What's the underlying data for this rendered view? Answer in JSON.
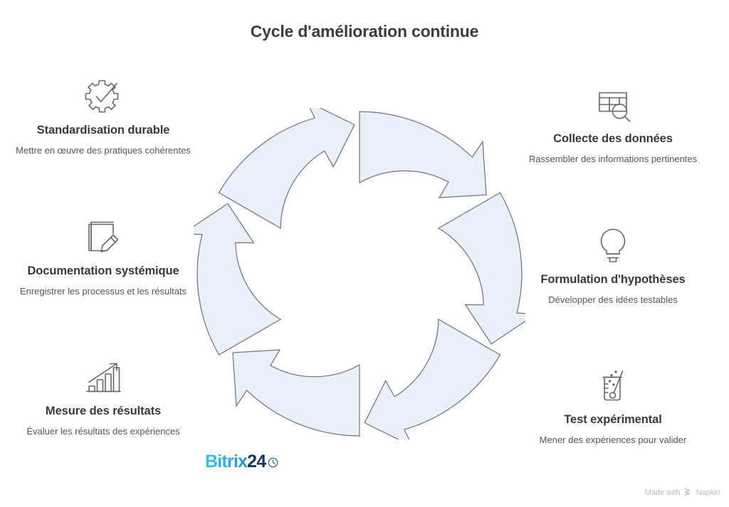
{
  "title": "Cycle d'amélioration continue",
  "left_column": [
    {
      "icon": "gear-check-icon",
      "title": "Standardisation durable",
      "desc": "Mettre en œuvre des pratiques cohérentes"
    },
    {
      "icon": "notebook-pencil-icon",
      "title": "Documentation systémique",
      "desc": "Enregistrer les processus et les résultats"
    },
    {
      "icon": "bar-chart-growth-icon",
      "title": "Mesure des résultats",
      "desc": "Évaluer les résultats des expériences"
    }
  ],
  "right_column": [
    {
      "icon": "table-search-icon",
      "title": "Collecte des données",
      "desc": "Rassembler des informations pertinentes"
    },
    {
      "icon": "lightbulb-icon",
      "title": "Formulation d'hypothèses",
      "desc": "Développer des idées testables"
    },
    {
      "icon": "beaker-icon",
      "title": "Test expérimental",
      "desc": "Mener des expériences pour valider"
    }
  ],
  "diagram": {
    "type": "cycle-ring",
    "arrow_count": 6,
    "direction": "clockwise",
    "fill_color": "#e9f0fa",
    "stroke_color": "#70757e"
  },
  "brand": {
    "name_primary": "Bitrix",
    "name_secondary": "24",
    "clock_glyph": "◔"
  },
  "footer": {
    "made_with": "Made with",
    "mark_glyph": "≽",
    "product": "Napkin"
  }
}
